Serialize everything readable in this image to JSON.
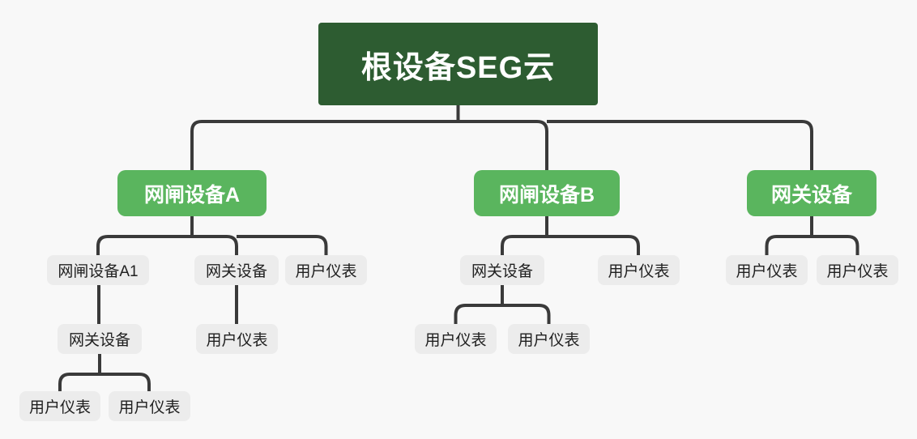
{
  "diagram": {
    "type": "tree",
    "title": "根设备SEG云",
    "colors": {
      "background": "#f8f8f8",
      "root_fill": "#2d5c31",
      "root_text": "#ffffff",
      "branch_fill": "#5ab55e",
      "branch_text": "#ffffff",
      "leaf_fill": "#ececec",
      "leaf_text": "#1f1f1f",
      "connector_line": "#3a3a3a"
    }
  },
  "nodes": [
    {
      "id": "root",
      "label": "根设备SEG云",
      "level": 1,
      "parent": null
    },
    {
      "id": "a",
      "label": "网闸设备A",
      "level": 2,
      "parent": "root"
    },
    {
      "id": "b",
      "label": "网闸设备B",
      "level": 2,
      "parent": "root"
    },
    {
      "id": "c",
      "label": "网关设备",
      "level": 2,
      "parent": "root"
    },
    {
      "id": "a1",
      "label": "网闸设备A1",
      "level": 3,
      "parent": "a"
    },
    {
      "id": "a2",
      "label": "网关设备",
      "level": 3,
      "parent": "a"
    },
    {
      "id": "a3",
      "label": "用户仪表",
      "level": 3,
      "parent": "a"
    },
    {
      "id": "b1",
      "label": "网关设备",
      "level": 3,
      "parent": "b"
    },
    {
      "id": "b2",
      "label": "用户仪表",
      "level": 3,
      "parent": "b"
    },
    {
      "id": "c1",
      "label": "用户仪表",
      "level": 3,
      "parent": "c"
    },
    {
      "id": "c2",
      "label": "用户仪表",
      "level": 3,
      "parent": "c"
    },
    {
      "id": "a1-1",
      "label": "网关设备",
      "level": 4,
      "parent": "a1"
    },
    {
      "id": "a2-1",
      "label": "用户仪表",
      "level": 4,
      "parent": "a2"
    },
    {
      "id": "b1-1",
      "label": "用户仪表",
      "level": 4,
      "parent": "b1"
    },
    {
      "id": "b1-2",
      "label": "用户仪表",
      "level": 4,
      "parent": "b1"
    },
    {
      "id": "a1-1-1",
      "label": "用户仪表",
      "level": 5,
      "parent": "a1-1"
    },
    {
      "id": "a1-1-2",
      "label": "用户仪表",
      "level": 5,
      "parent": "a1-1"
    }
  ]
}
